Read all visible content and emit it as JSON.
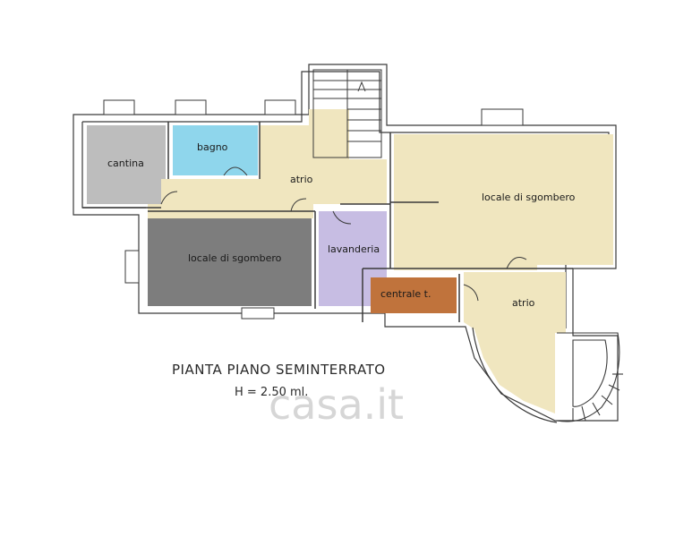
{
  "plan": {
    "title": "PIANTA PIANO SEMINTERRATO",
    "height_note": "H = 2.50 ml.",
    "watermark": "casa.it"
  },
  "rooms": {
    "cantina": "cantina",
    "bagno": "bagno",
    "atrio_main": "atrio",
    "locale_left": "locale di sgombero",
    "lavanderia": "lavanderia",
    "locale_right": "locale di sgombero",
    "centrale": "centrale t.",
    "atrio_right": "atrio"
  },
  "colors": {
    "atrio": "#f0e6bf",
    "cantina": "#bdbdbd",
    "bagno": "#8fd6ec",
    "locale_sgombero_left": "#7d7d7d",
    "lavanderia": "#c7bde3",
    "locale_sgombero_right": "#f0e6bf",
    "centrale_termica": "#c0733c",
    "walls": "#3a3a3a"
  }
}
